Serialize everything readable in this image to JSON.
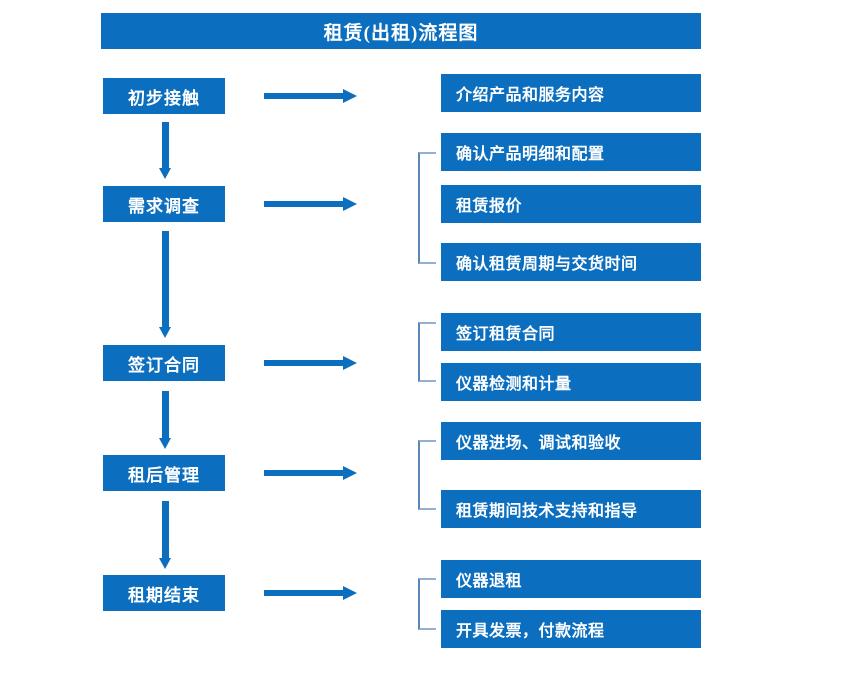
{
  "title": "租赁(出租)流程图",
  "colors": {
    "box_blue": "#0C6EBE",
    "bracket_blue": "#5E85B8",
    "text_white": "#FFFFFF",
    "background": "#FFFFFF"
  },
  "stages": [
    {
      "label": "初步接触"
    },
    {
      "label": "需求调查"
    },
    {
      "label": "签订合同"
    },
    {
      "label": "租后管理"
    },
    {
      "label": "租期结束"
    }
  ],
  "details": [
    {
      "label": "介绍产品和服务内容"
    },
    {
      "label": "确认产品明细和配置"
    },
    {
      "label": "租赁报价"
    },
    {
      "label": "确认租赁周期与交货时间"
    },
    {
      "label": "签订租赁合同"
    },
    {
      "label": "仪器检测和计量"
    },
    {
      "label": "仪器进场、调试和验收"
    },
    {
      "label": "租赁期间技术支持和指导"
    },
    {
      "label": "仪器退租"
    },
    {
      "label": "开具发票，付款流程"
    }
  ],
  "groups": [
    {
      "stage": "需求调查",
      "members": [
        "确认产品明细和配置",
        "租赁报价",
        "确认租赁周期与交货时间"
      ]
    },
    {
      "stage": "签订合同",
      "members": [
        "签订租赁合同",
        "仪器检测和计量"
      ]
    },
    {
      "stage": "租后管理",
      "members": [
        "仪器进场、调试和验收",
        "租赁期间技术支持和指导"
      ]
    },
    {
      "stage": "租期结束",
      "members": [
        "仪器退租",
        "开具发票，付款流程"
      ]
    }
  ],
  "flow_sequence": [
    "初步接触",
    "需求调查",
    "签订合同",
    "租后管理",
    "租期结束"
  ]
}
